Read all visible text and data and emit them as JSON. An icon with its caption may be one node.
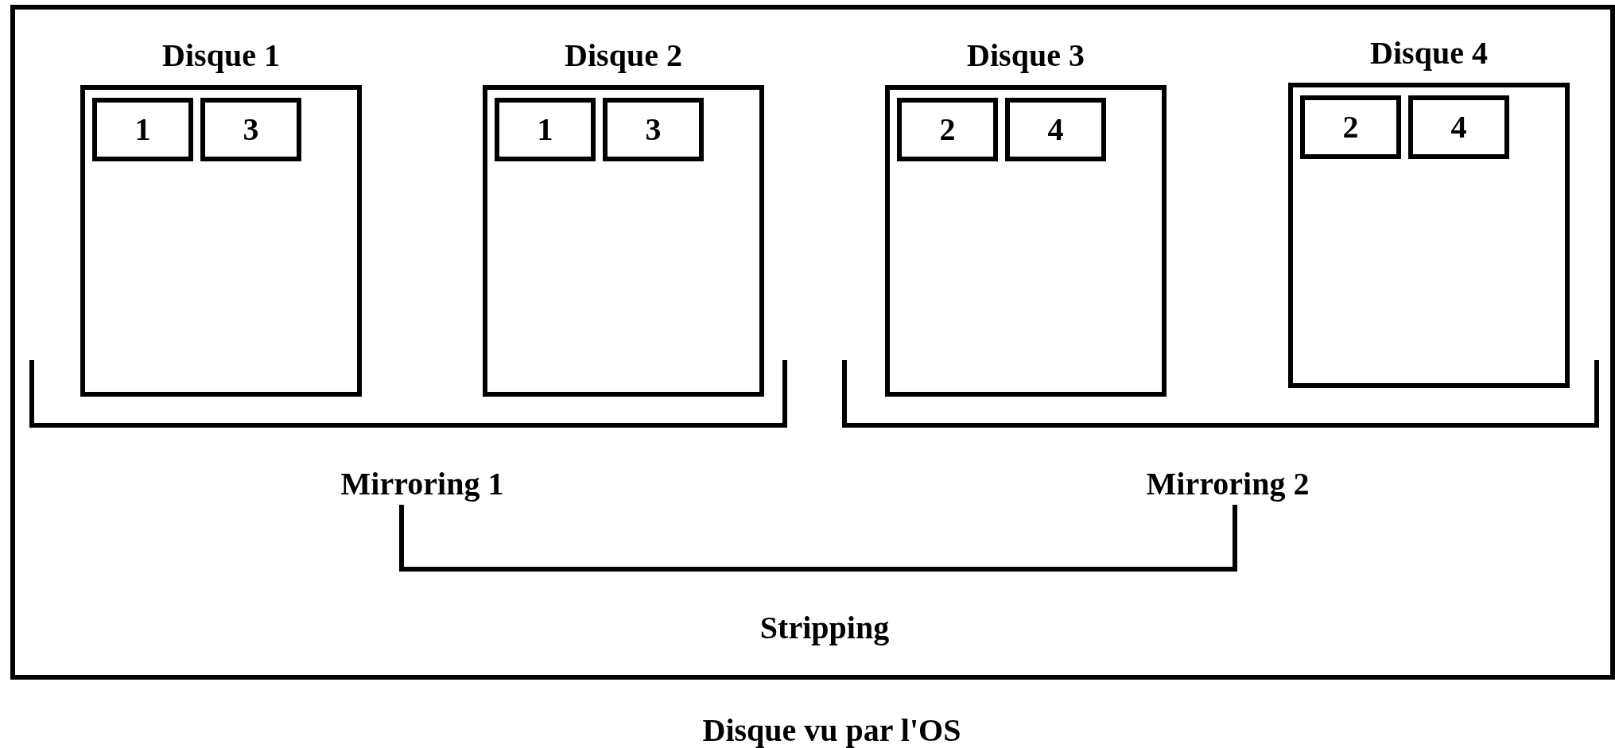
{
  "diagram": {
    "nodes": [
      {
        "text": [
          "Disque vu par l'OS"
        ]
      },
      {
        "text": [
          "Disque 1"
        ],
        "in": 0
      },
      {
        "text": [
          "1"
        ],
        "in": 1
      },
      {
        "text": [
          "3"
        ],
        "in": 1
      },
      {
        "text": [
          "Disque 2"
        ],
        "in": 0
      },
      {
        "text": [
          "1"
        ],
        "in": 4
      },
      {
        "text": [
          "3"
        ],
        "in": 4
      },
      {
        "text": [
          "Disque 3"
        ],
        "in": 0
      },
      {
        "text": [
          "2"
        ],
        "in": 7
      },
      {
        "text": [
          "4"
        ],
        "in": 7
      },
      {
        "text": [
          "Disque 4"
        ],
        "in": 0
      },
      {
        "text": [
          "2"
        ],
        "in": 10
      },
      {
        "text": [
          "4"
        ],
        "in": 10
      }
    ],
    "labels": [
      "Mirroring 1",
      "Mirroring 2",
      "Stripping"
    ]
  }
}
